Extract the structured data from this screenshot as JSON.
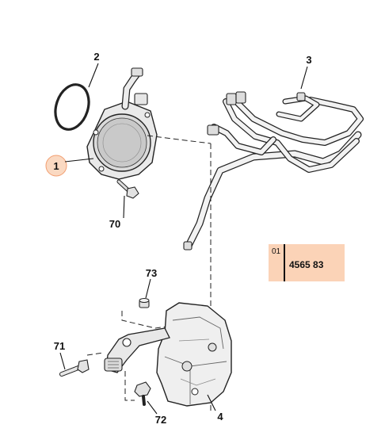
{
  "callouts": {
    "c1": "1",
    "c2": "2",
    "c3": "3",
    "c4": "4",
    "c70": "70",
    "c71": "71",
    "c72": "72",
    "c73": "73"
  },
  "reference": {
    "position": "01",
    "part_number": "4565 83"
  },
  "colors": {
    "highlight": "#f5b98f",
    "reference_bg": "#fbd3b7",
    "line": "#222222",
    "part_fill": "#f2f2f2"
  }
}
